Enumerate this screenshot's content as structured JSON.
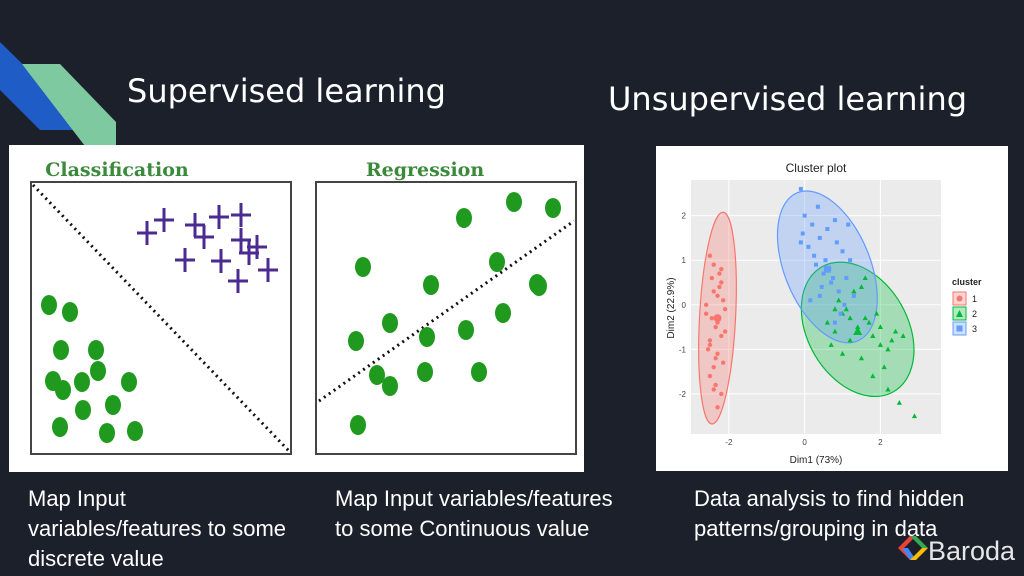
{
  "slide": {
    "supervised_title": "Supervised learning",
    "unsupervised_title": "Unsupervised learning",
    "classification_caption": "Map Input variables/features to some discrete value",
    "regression_caption": "Map Input variables/features to some Continuous value",
    "clustering_caption": "Data analysis to find hidden patterns/grouping in data",
    "colors": {
      "background": "#1b202b",
      "accent_blue": "#1f5cc6",
      "accent_green": "#7ec9a0"
    }
  },
  "supervised_figure": {
    "classification_title": "Classification",
    "regression_title": "Regression"
  },
  "cluster_plot": {
    "title": "Cluster plot",
    "xlabel": "Dim1 (73%)",
    "ylabel": "Dim2 (22.9%)",
    "x_ticks": [
      "-2",
      "0",
      "2"
    ],
    "y_ticks": [
      "2",
      "1",
      "0",
      "-1",
      "-2"
    ],
    "legend_title": "cluster",
    "legend": [
      "1",
      "2",
      "3"
    ]
  },
  "logo": {
    "text": "Baroda",
    "icon": "gdg-chevron-logo"
  },
  "chart_data": [
    {
      "type": "scatter",
      "title": "Cluster plot",
      "xlabel": "Dim1 (73%)",
      "ylabel": "Dim2 (22.9%)",
      "xlim": [
        -3,
        3.6
      ],
      "ylim": [
        -2.9,
        2.8
      ],
      "grid": true,
      "legend_title": "cluster",
      "legend_position": "right",
      "series": [
        {
          "name": "1",
          "color": "#f8766d",
          "centroid": [
            -2.3,
            -0.3
          ],
          "x": [
            -2.5,
            -2.4,
            -2.2,
            -2.3,
            -2.6,
            -2.1,
            -2.45,
            -2.35,
            -2.2,
            -2.5,
            -2.3,
            -2.15,
            -2.6,
            -2.4,
            -2.25,
            -2.1,
            -2.5,
            -2.35,
            -2.2,
            -2.45,
            -2.3,
            -2.55,
            -2.15,
            -2.4,
            -2.25,
            -2.5,
            -2.35,
            -2.2,
            -2.4,
            -2.3
          ],
          "y": [
            1.1,
            0.9,
            0.5,
            0.2,
            0.0,
            -0.1,
            -0.3,
            -0.5,
            -0.7,
            -0.9,
            -1.1,
            -1.3,
            -0.2,
            0.3,
            0.7,
            -0.6,
            -1.6,
            -1.8,
            -2.0,
            0.6,
            -0.4,
            -1.0,
            0.1,
            -1.4,
            0.4,
            -0.8,
            -1.2,
            0.8,
            -1.9,
            -2.3
          ]
        },
        {
          "name": "2",
          "color": "#00ba38",
          "centroid": [
            1.4,
            -0.6
          ],
          "x": [
            0.6,
            0.8,
            1.0,
            1.2,
            1.4,
            1.6,
            1.8,
            2.0,
            2.2,
            2.4,
            0.9,
            1.1,
            1.3,
            1.5,
            1.7,
            1.9,
            2.1,
            2.3,
            0.7,
            1.0,
            1.5,
            2.0,
            2.6,
            1.2,
            1.8,
            2.2,
            0.8,
            1.6,
            2.5,
            2.9
          ],
          "y": [
            -0.4,
            -0.6,
            -0.2,
            -0.8,
            -0.5,
            -0.3,
            -0.7,
            -0.9,
            -1.0,
            -0.6,
            0.1,
            -0.1,
            0.3,
            -1.2,
            -0.4,
            -0.2,
            -1.4,
            -0.8,
            -0.9,
            -1.1,
            0.4,
            -0.5,
            -0.7,
            -0.3,
            -1.6,
            -1.9,
            -0.1,
            0.6,
            -2.2,
            -2.5
          ]
        },
        {
          "name": "3",
          "color": "#619cff",
          "centroid": [
            0.6,
            0.8
          ],
          "x": [
            -0.1,
            0.0,
            0.2,
            0.4,
            0.6,
            0.8,
            1.0,
            1.2,
            0.1,
            0.3,
            0.5,
            0.7,
            0.9,
            1.1,
            1.3,
            -0.05,
            0.25,
            0.45,
            0.65,
            0.85,
            1.05,
            0.15,
            0.35,
            0.55,
            0.75,
            0.95,
            1.15,
            0.4,
            0.8,
            -0.1
          ],
          "y": [
            2.6,
            2.0,
            1.8,
            1.5,
            1.7,
            1.9,
            1.2,
            1.0,
            1.3,
            0.9,
            0.7,
            0.5,
            0.3,
            0.6,
            0.2,
            1.6,
            1.1,
            0.4,
            0.8,
            1.4,
            0.0,
            0.1,
            2.2,
            1.0,
            0.6,
            -0.2,
            1.8,
            0.2,
            -0.4,
            1.4
          ]
        }
      ]
    }
  ]
}
